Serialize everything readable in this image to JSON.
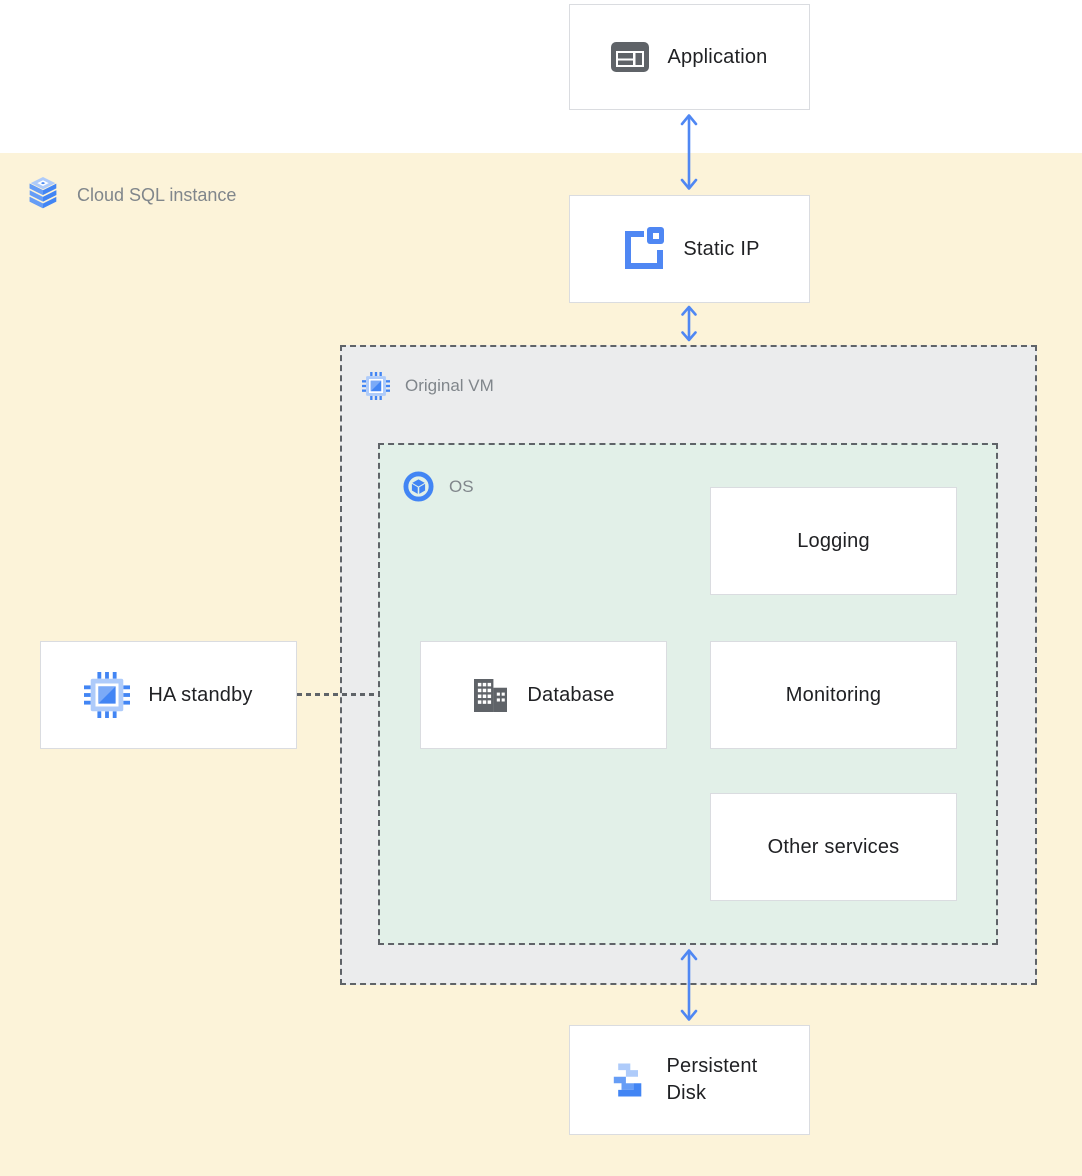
{
  "zone": {
    "label": "Cloud SQL instance"
  },
  "nodes": {
    "application": {
      "label": "Application",
      "icon": "app-window-icon"
    },
    "static_ip": {
      "label": "Static IP",
      "icon": "static-ip-icon"
    },
    "original_vm": {
      "label": "Original VM",
      "icon": "compute-engine-icon"
    },
    "os": {
      "label": "OS",
      "icon": "os-cube-icon"
    },
    "logging": {
      "label": "Logging"
    },
    "database": {
      "label": "Database",
      "icon": "database-building-icon"
    },
    "monitoring": {
      "label": "Monitoring"
    },
    "other_services": {
      "label": "Other services"
    },
    "ha_standby": {
      "label": "HA standby",
      "icon": "compute-engine-icon"
    },
    "persistent_disk": {
      "label": "Persistent Disk",
      "icon": "persistent-disk-icon"
    }
  },
  "connections": [
    {
      "from": "application",
      "to": "static_ip",
      "style": "double-arrow"
    },
    {
      "from": "static_ip",
      "to": "original_vm",
      "style": "double-arrow"
    },
    {
      "from": "ha_standby",
      "to": "os",
      "style": "dashed-line"
    },
    {
      "from": "os",
      "to": "persistent_disk",
      "style": "double-arrow"
    }
  ],
  "palette": {
    "arrow_blue": "#4f87f3",
    "icon_blue": "#4285f4",
    "icon_light_blue": "#aecbfa",
    "icon_mid_blue": "#669df6",
    "icon_gray": "#5f6368",
    "zone_yellow": "#fcf3d9",
    "vm_gray": "#ebeced",
    "os_green": "#e2f0e8",
    "box_border": "#dadce0",
    "dash_gray": "#5f6368",
    "label_gray": "#80868b",
    "text_dark": "#202124"
  }
}
